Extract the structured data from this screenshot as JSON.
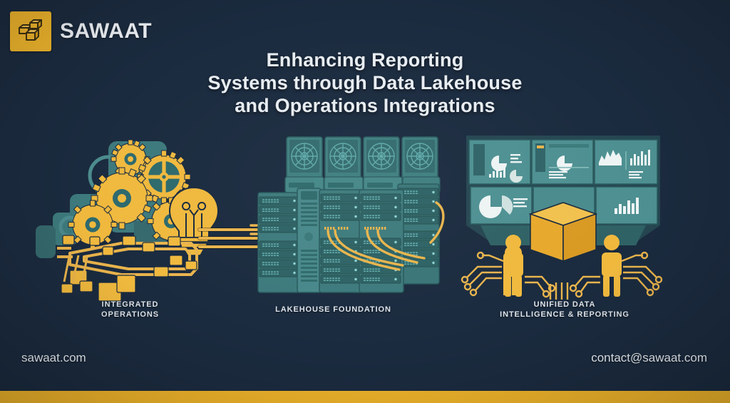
{
  "brand": {
    "name": "SAWAAT",
    "logo_icon": "stacked-cubes-icon",
    "logo_bg": "#efb52c"
  },
  "title": {
    "line1": "Enhancing Reporting",
    "line2": "Systems through Data Lakehouse",
    "line3": "and Operations Integrations"
  },
  "sections": [
    {
      "id": "integrated-operations",
      "caption_line1": "INTEGRATED",
      "caption_line2": "OPERATIONS",
      "icon": "gears-lightbulb-conveyor-icon"
    },
    {
      "id": "lakehouse-foundation",
      "caption_line1": "LAKEHOUSE  FOUNDATION",
      "caption_line2": "",
      "icon": "server-racks-icon"
    },
    {
      "id": "unified-data-intelligence",
      "caption_line1": "UNIFIED DATA",
      "caption_line2": "INTELLIGENCE & REPORTING",
      "icon": "dashboard-wall-icon"
    }
  ],
  "footer": {
    "website": "sawaat.com",
    "email": "contact@sawaat.com"
  },
  "colors": {
    "background": "#1b2b3f",
    "accent_yellow": "#efb42a",
    "teal": "#4e8f8f",
    "teal_dark": "#2f6b6b",
    "text_light": "#e8edf2"
  }
}
